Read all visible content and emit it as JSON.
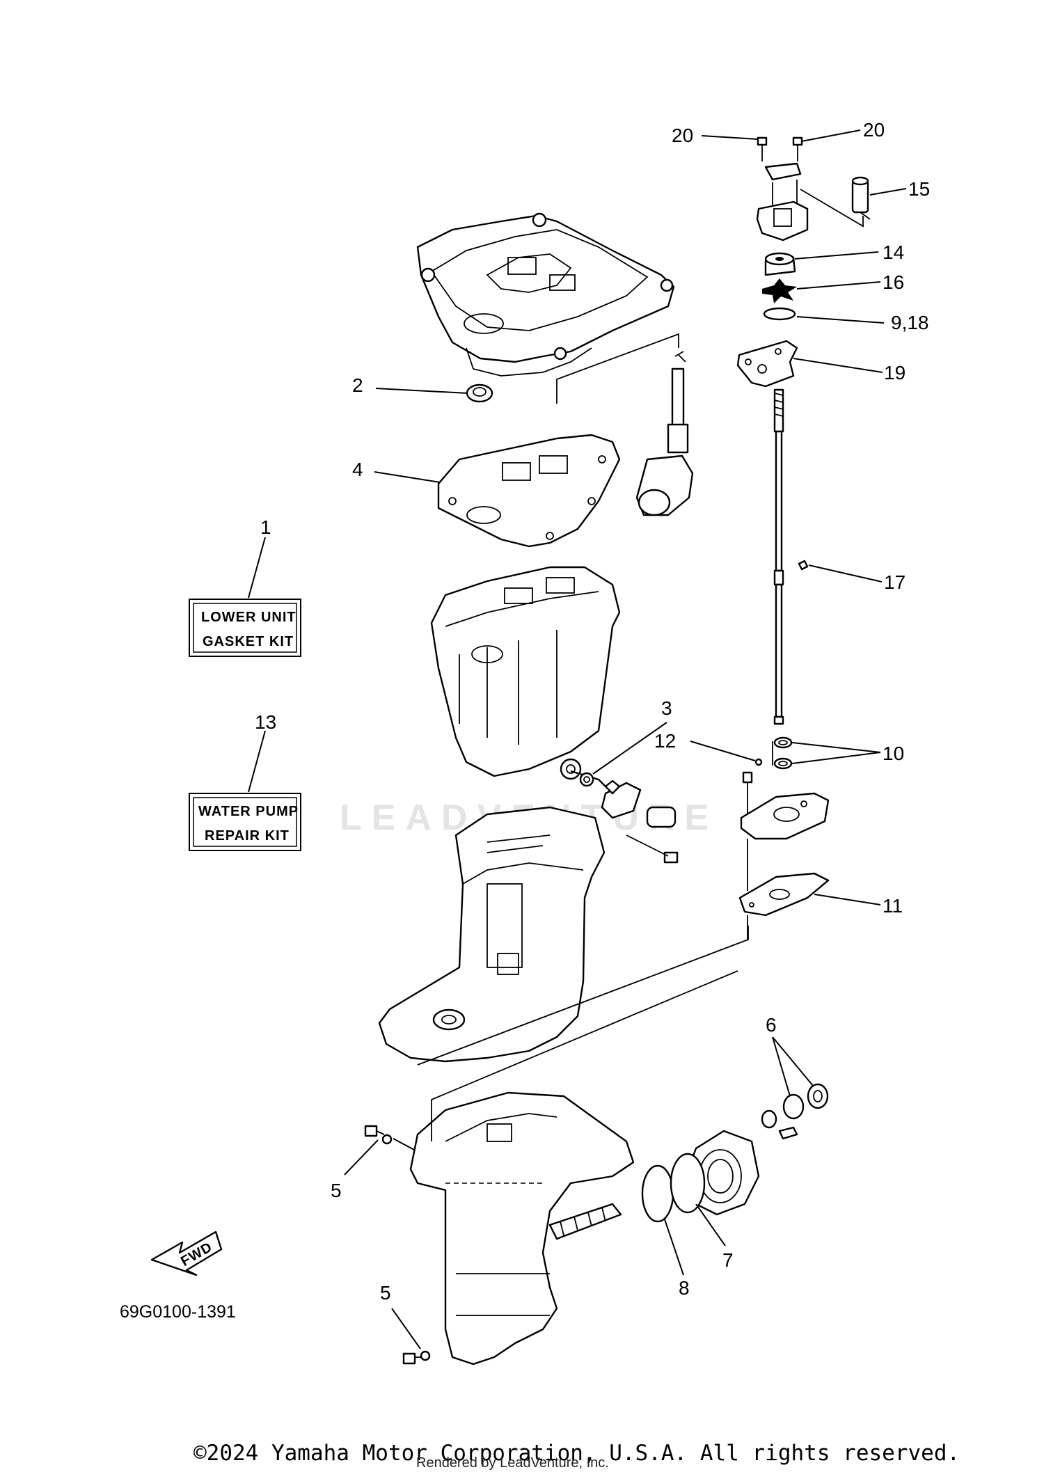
{
  "diagram": {
    "callouts": {
      "c1": "1",
      "c2": "2",
      "c3": "3",
      "c4": "4",
      "c5a": "5",
      "c5b": "5",
      "c6": "6",
      "c7": "7",
      "c8": "8",
      "c9_18": "9,18",
      "c10": "10",
      "c11": "11",
      "c12": "12",
      "c13": "13",
      "c14": "14",
      "c15": "15",
      "c16": "16",
      "c17": "17",
      "c19": "19",
      "c20a": "20",
      "c20b": "20"
    },
    "kits": {
      "gasket_line1": "LOWER UNIT",
      "gasket_line2": "GASKET KIT",
      "pump_line1": "WATER PUMP",
      "pump_line2": "REPAIR KIT"
    },
    "fwd_label": "FWD",
    "drawing_code": "69G0100-1391",
    "watermark": "LEADVENTURE"
  },
  "footer": {
    "copyright": "©2024 Yamaha Motor Corporation, U.S.A. All rights reserved.",
    "rendered_by": "Rendered by LeadVenture, Inc."
  }
}
